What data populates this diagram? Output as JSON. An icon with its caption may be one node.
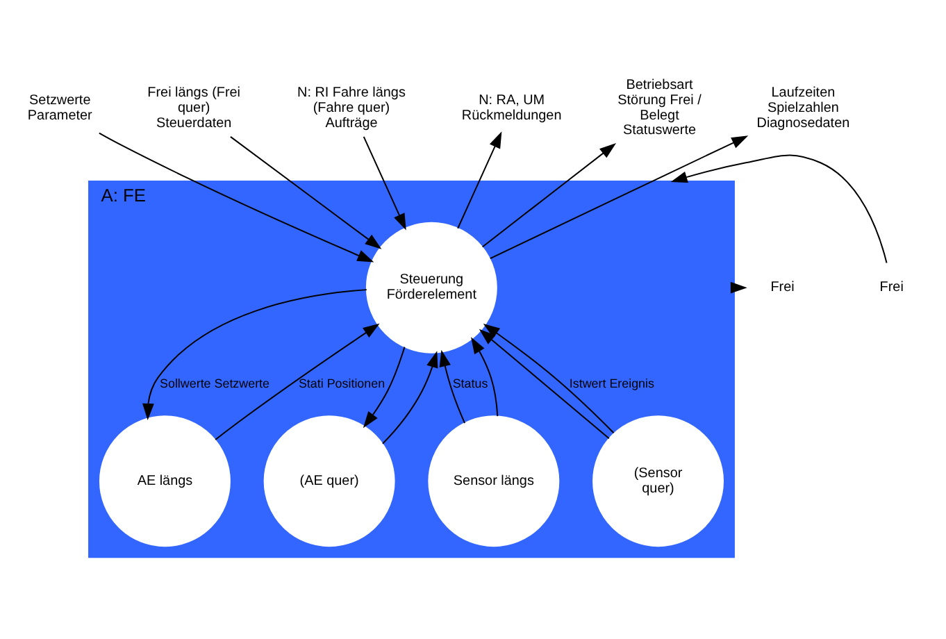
{
  "diagram": {
    "nodes": [
      {
        "text": [
          "A: FE"
        ]
      },
      {
        "text": [
          "Steuerung Förderelement"
        ],
        "in": 0
      },
      {
        "text": [
          "AE längs"
        ],
        "in": 0
      },
      {
        "text": [
          "(AE quer)"
        ],
        "in": 0
      },
      {
        "text": [
          "Sensor längs"
        ],
        "in": 0
      },
      {
        "text": [
          "(Sensor quer)"
        ],
        "in": 0
      },
      {
        "text": [
          "Setzwerte",
          "Parameter"
        ]
      },
      {
        "text": [
          "Frei längs (Frei quer)",
          "Steuerdaten"
        ]
      },
      {
        "text": [
          "N: RI Fahre längs (Fahre quer)",
          "Aufträge"
        ]
      },
      {
        "text": [
          "N: RA, UM",
          "Rückmeldungen"
        ]
      },
      {
        "text": [
          "Betriebsart Störung Frei / Belegt",
          "Statuswerte"
        ]
      },
      {
        "text": [
          "Laufzeiten Spielzahlen",
          "Diagnosedaten"
        ]
      },
      {
        "text": [
          "Frei"
        ]
      },
      {
        "text": [
          "Frei"
        ]
      }
    ],
    "edges": [
      {
        "from": 6,
        "to": 1,
        "arrow": "to"
      },
      {
        "from": 7,
        "to": 1,
        "arrow": "to"
      },
      {
        "from": 8,
        "to": 1,
        "arrow": "to"
      },
      {
        "from": 1,
        "to": 9,
        "arrow": "to"
      },
      {
        "from": 1,
        "to": 10,
        "arrow": "to"
      },
      {
        "from": 1,
        "to": 11,
        "arrow": "to"
      },
      {
        "from": 1,
        "to": 2,
        "label": "Sollwerte Setzwerte",
        "arrow": "to"
      },
      {
        "from": 1,
        "to": 3,
        "arrow": "to"
      },
      {
        "from": 2,
        "to": 1,
        "label": "Stati Positionen",
        "arrow": "to"
      },
      {
        "from": 3,
        "to": 1,
        "arrow": "to"
      },
      {
        "from": 4,
        "to": 1,
        "label": "Status",
        "arrow": "to"
      },
      {
        "from": 5,
        "to": 1,
        "arrow": "to"
      },
      {
        "from": 5,
        "to": 1,
        "label": "Istwert Ereignis",
        "arrow": "to"
      },
      {
        "from": 4,
        "to": 1,
        "arrow": "to"
      },
      {
        "from": 0,
        "to": 12,
        "arrow": "to"
      },
      {
        "from": 13,
        "to": 0,
        "arrow": "to"
      }
    ]
  }
}
